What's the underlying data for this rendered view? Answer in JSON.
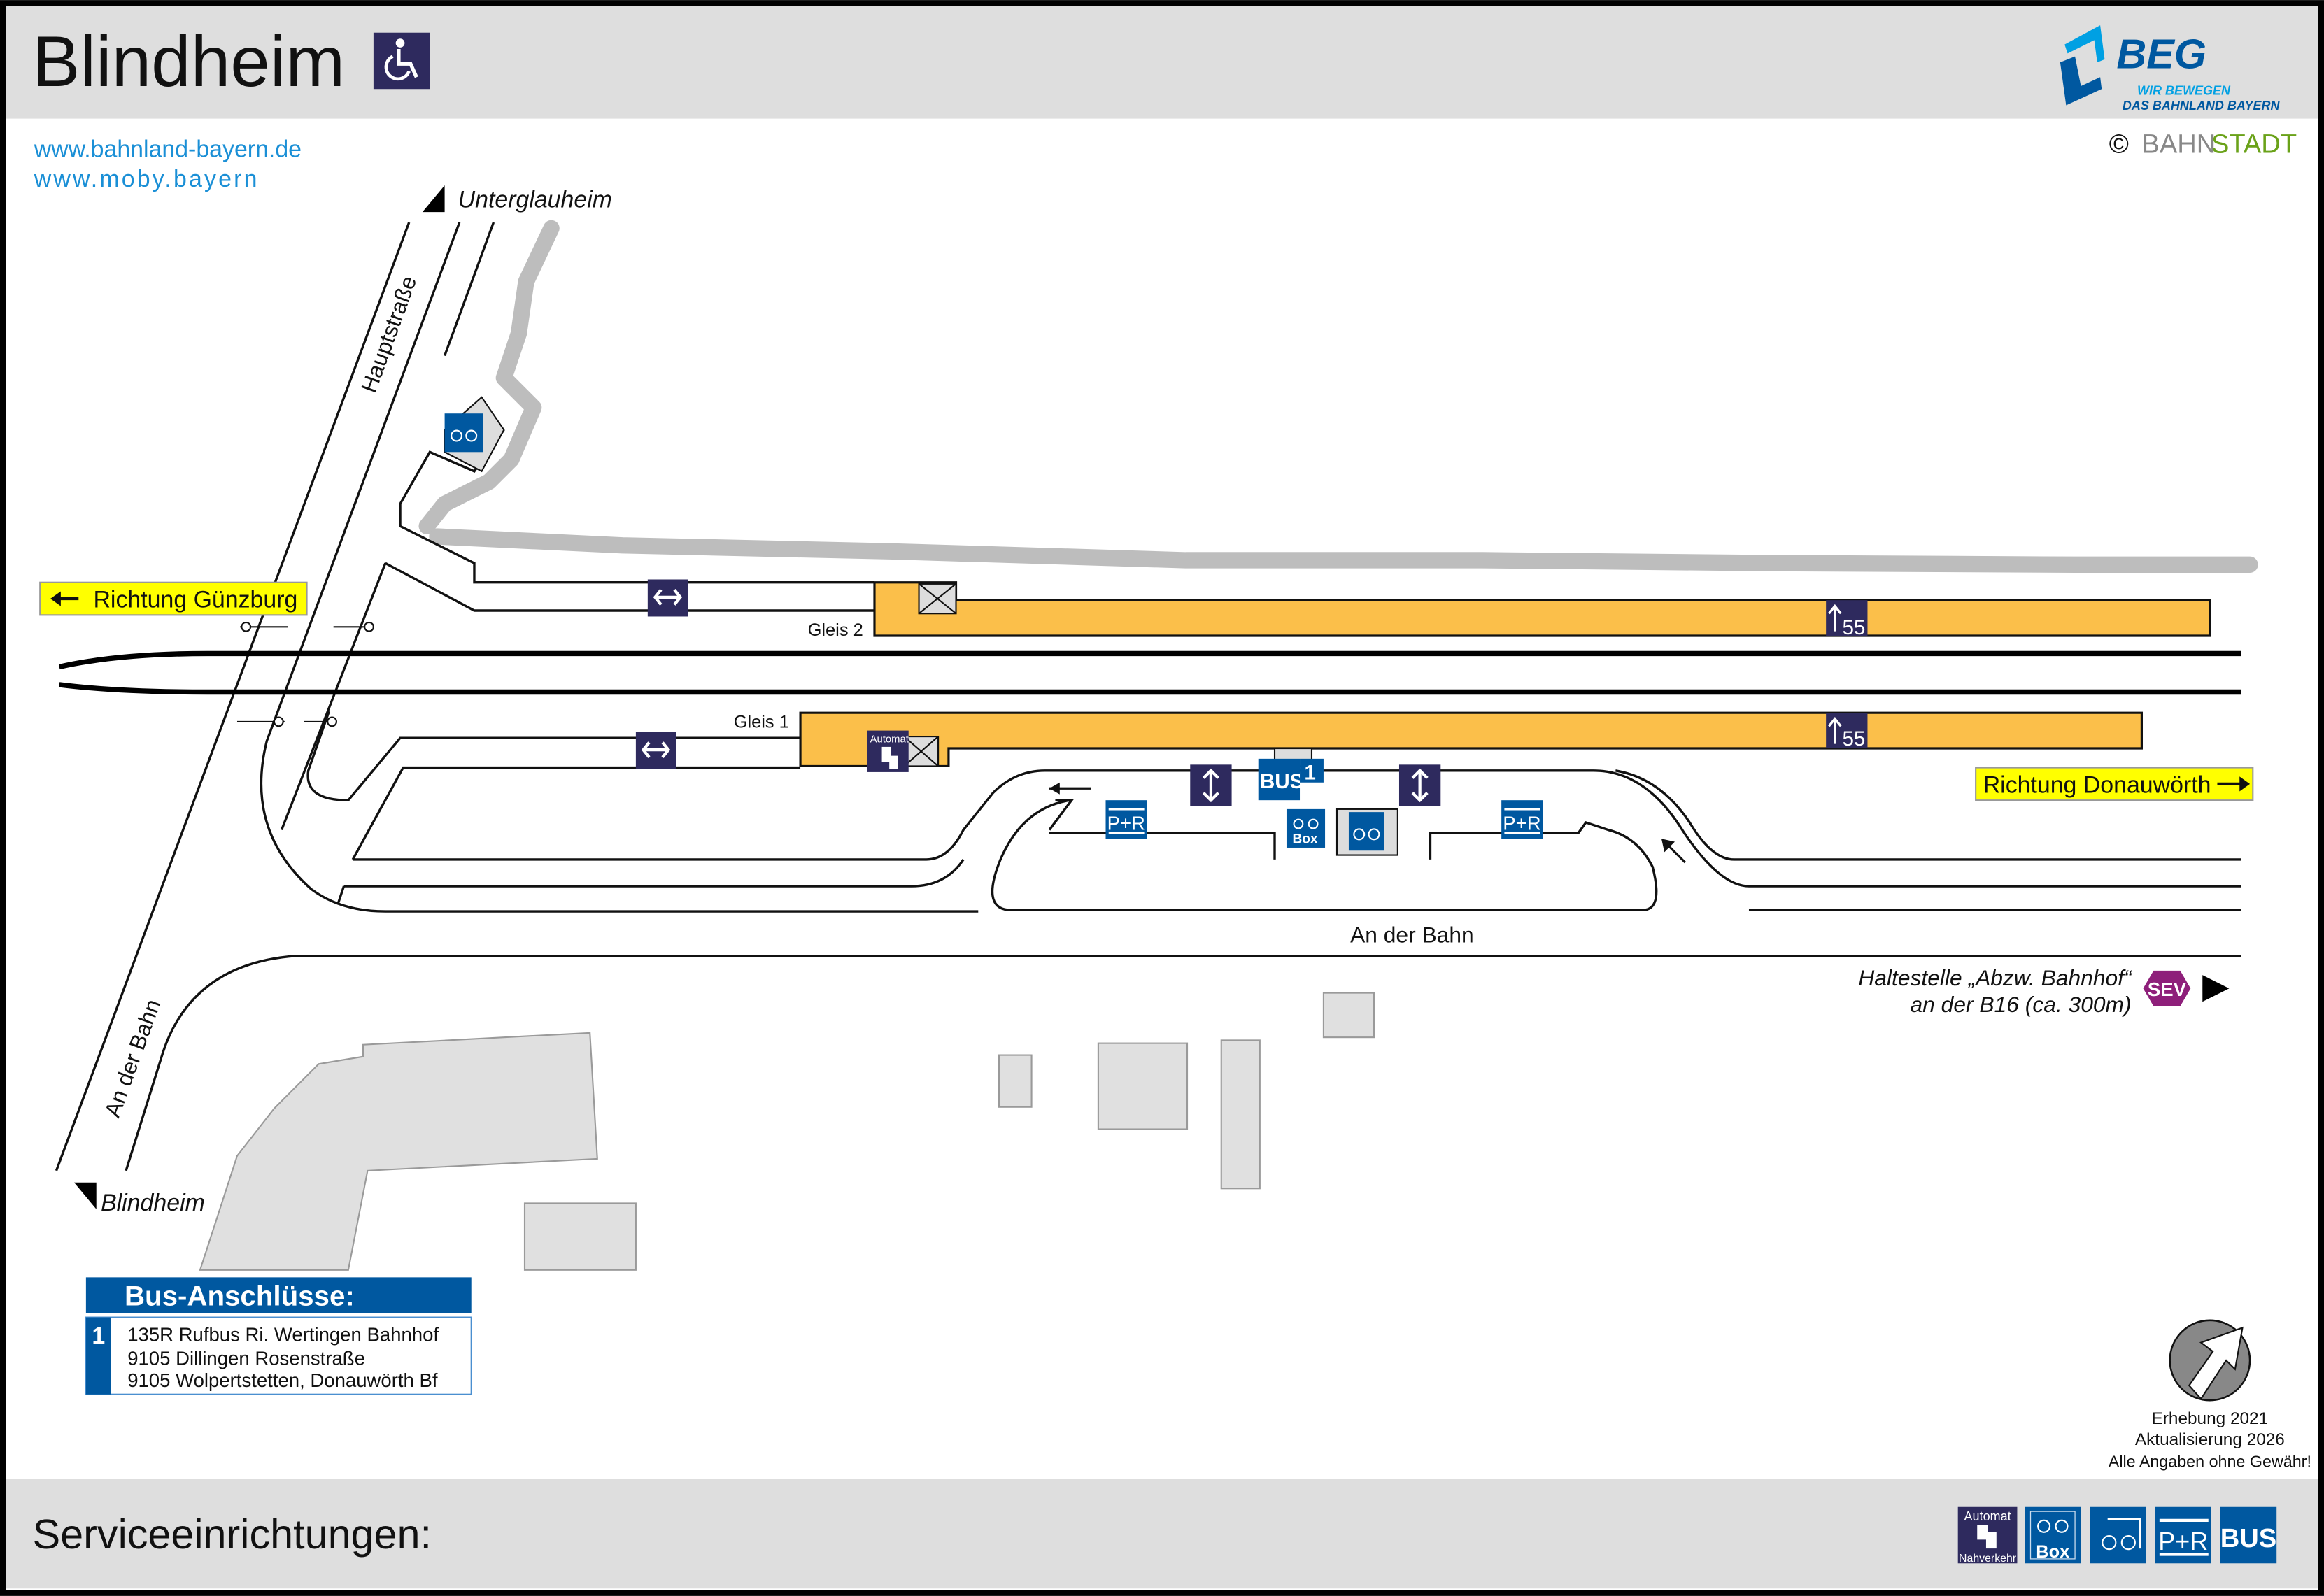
{
  "header": {
    "title": "Blindheim",
    "accessibility_icon": "wheelchair-icon"
  },
  "logo": {
    "name": "BEG",
    "tagline_1": "WIR BEWEGEN",
    "tagline_2": "DAS BAHNLAND BAYERN"
  },
  "copyright": {
    "symbol": "©",
    "part1": "BAHN",
    "part2": "STADT"
  },
  "links": [
    "www.bahnland-bayern.de",
    "www.moby.bayern"
  ],
  "colors": {
    "platform": "#fbbf4a",
    "navy": "#2e2a5e",
    "blue": "#0058a0",
    "sev": "#8e1f7a",
    "direction_bg": "#ffff00",
    "header_bg": "#dedede",
    "link": "#1a8fd6",
    "bahnstadt_green": "#6aa219"
  },
  "map": {
    "directions": {
      "west": "Richtung Günzburg",
      "east": "Richtung Donauwörth"
    },
    "places": {
      "north": "Unterglauheim",
      "south": "Blindheim"
    },
    "streets": {
      "hauptstrasse": "Hauptstraße",
      "an_der_bahn_sw": "An der Bahn",
      "an_der_bahn": "An der Bahn"
    },
    "tracks": {
      "gleis2": "Gleis 2",
      "gleis1": "Gleis 1"
    },
    "platform_height": "55",
    "sev": {
      "line1": "Haltestelle „Abzw. Bahnhof“",
      "line2": "an der B16 (ca. 300m)",
      "badge": "SEV"
    },
    "icons": {
      "pr": "P+R",
      "bus": "BUS",
      "bus_stop_number": "1",
      "box": "Box",
      "automat": "Automat"
    }
  },
  "bus_connections": {
    "title": "Bus-Anschlüsse:",
    "stop": "1",
    "lines": [
      "135R Rufbus Ri. Wertingen Bahnhof",
      "9105 Dillingen Rosenstraße",
      "9105 Wolpertstetten, Donauwörth Bf"
    ]
  },
  "footer_info": {
    "survey": "Erhebung 2021",
    "update": "Aktualisierung 2026",
    "disclaimer": "Alle Angaben ohne Gewähr!"
  },
  "footer": {
    "title": "Serviceeinrichtungen:",
    "legend": [
      {
        "top": "Automat",
        "n1": "1",
        "n2": "2",
        "bottom": "Nahverkehr",
        "icon": "ticket-machine-icon"
      },
      {
        "label": "Box",
        "icon": "bike-box-icon"
      },
      {
        "icon": "covered-bike-parking-icon"
      },
      {
        "label": "P+R",
        "icon": "park-and-ride-icon"
      },
      {
        "label": "BUS",
        "icon": "bus-icon"
      }
    ]
  }
}
